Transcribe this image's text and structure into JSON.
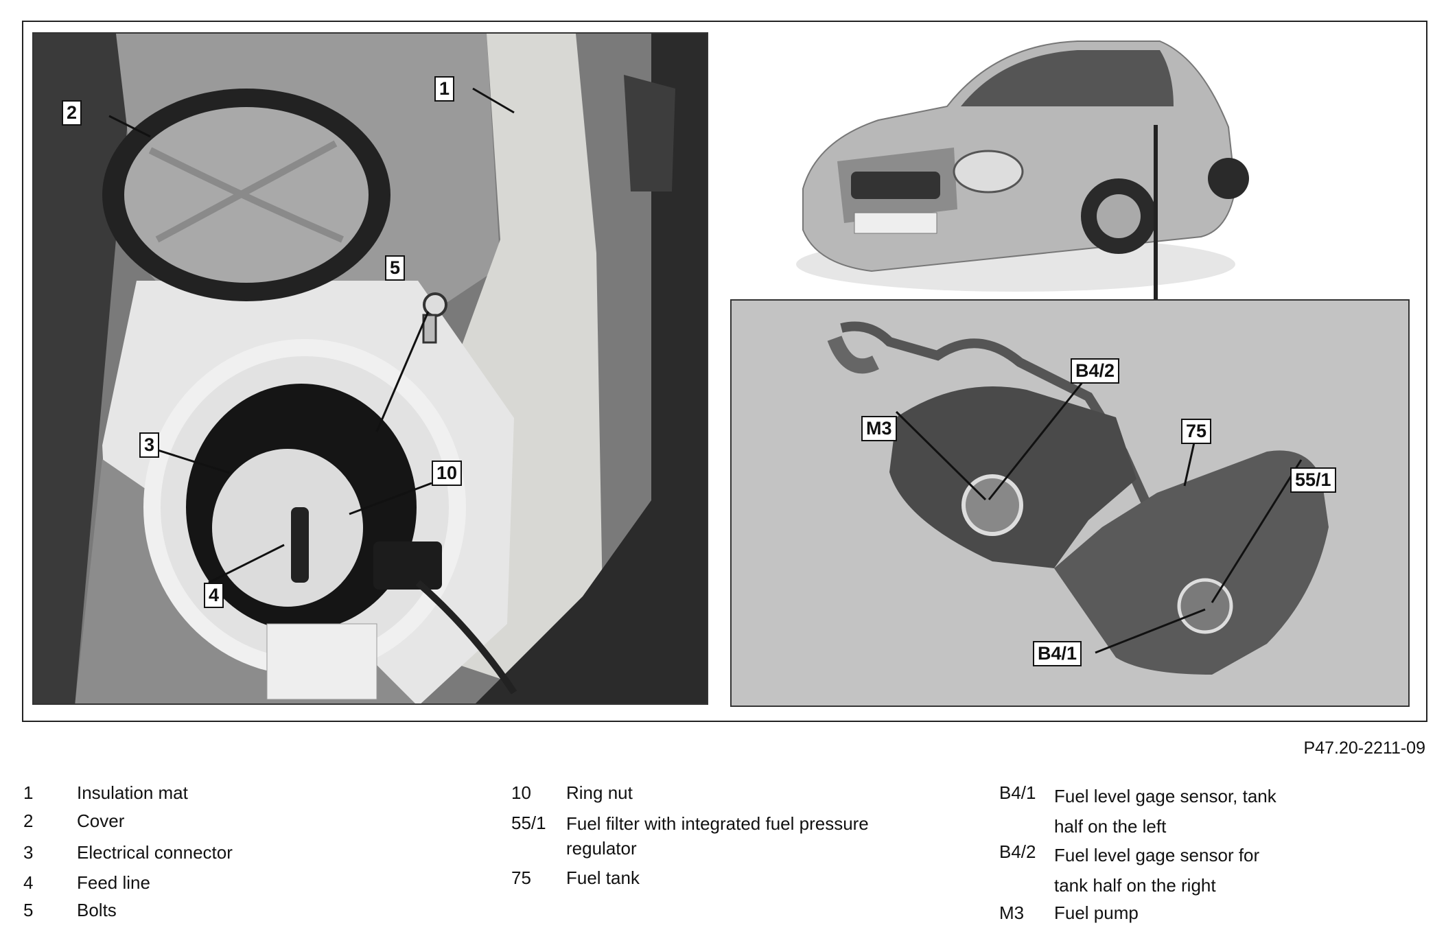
{
  "figure": {
    "id": "P47.20-2211-09",
    "callouts_photo": [
      "1",
      "2",
      "3",
      "4",
      "5",
      "10"
    ],
    "callouts_inset": [
      "B4/2",
      "M3",
      "75",
      "55/1",
      "B4/1"
    ]
  },
  "legend": {
    "col1": [
      {
        "num": "1",
        "text": "Insulation mat"
      },
      {
        "num": "2",
        "text": "Cover"
      },
      {
        "num": "3",
        "text": "Electrical connector"
      },
      {
        "num": "4",
        "text": "Feed line"
      },
      {
        "num": "5",
        "text": "Bolts"
      }
    ],
    "col2": [
      {
        "num": "10",
        "text": "Ring nut"
      },
      {
        "num": "55/1",
        "text": "Fuel filter with integrated fuel pressure regulator"
      },
      {
        "num": "75",
        "text": "Fuel tank"
      }
    ],
    "col3": [
      {
        "num": "B4/1",
        "text": "Fuel level gage sensor, tank half on the left"
      },
      {
        "num": "B4/2",
        "text": "Fuel level gage sensor for tank half on the right"
      },
      {
        "num": "M3",
        "text": "Fuel pump"
      }
    ]
  }
}
